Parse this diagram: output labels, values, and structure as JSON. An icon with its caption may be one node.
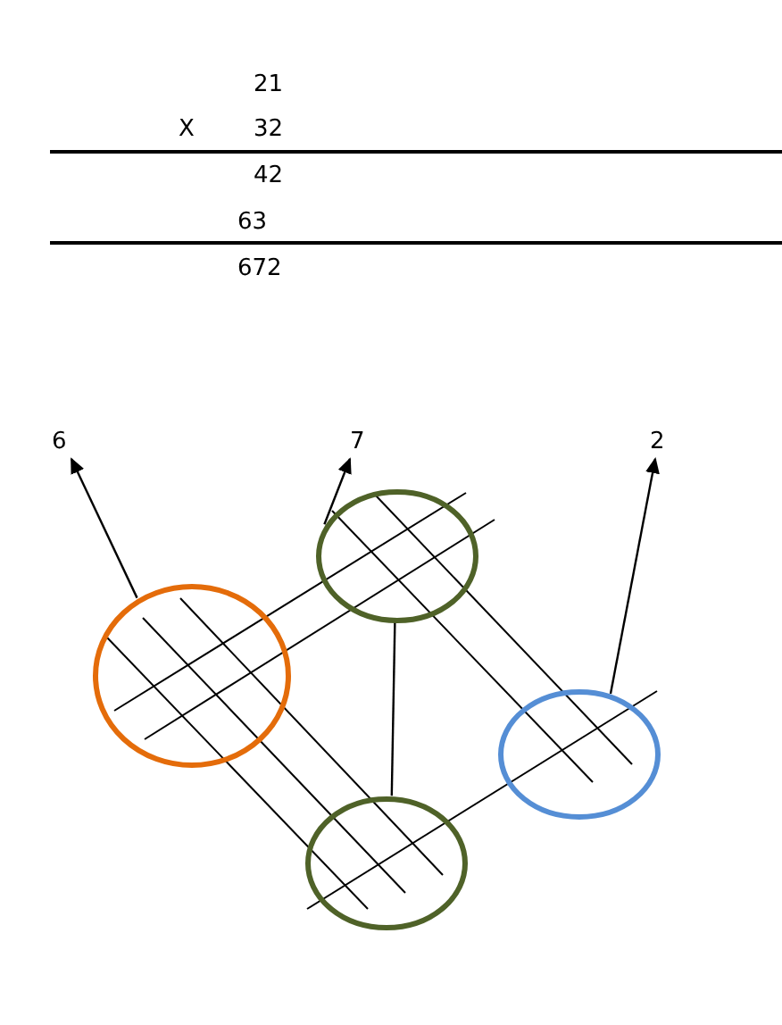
{
  "diagram": {
    "nodes": [
      {
        "text": [
          "6"
        ]
      },
      {
        "text": [
          "7"
        ]
      },
      {
        "text": [
          "2"
        ]
      },
      {
        "text": [],
        "shape": "circle"
      },
      {
        "text": [],
        "shape": "circle"
      },
      {
        "text": [],
        "shape": "circle"
      },
      {
        "text": [],
        "shape": "circle"
      }
    ],
    "edges": [
      {
        "from": 3,
        "to": 0,
        "arrow": "to"
      },
      {
        "from": 4,
        "to": 1,
        "arrow": "to"
      },
      {
        "from": 5,
        "to": 2,
        "arrow": "to"
      },
      {
        "from": 4,
        "to": 6,
        "arrow": "none"
      }
    ],
    "labels": [
      "21",
      "X",
      "32",
      "42",
      "63",
      "672"
    ]
  }
}
